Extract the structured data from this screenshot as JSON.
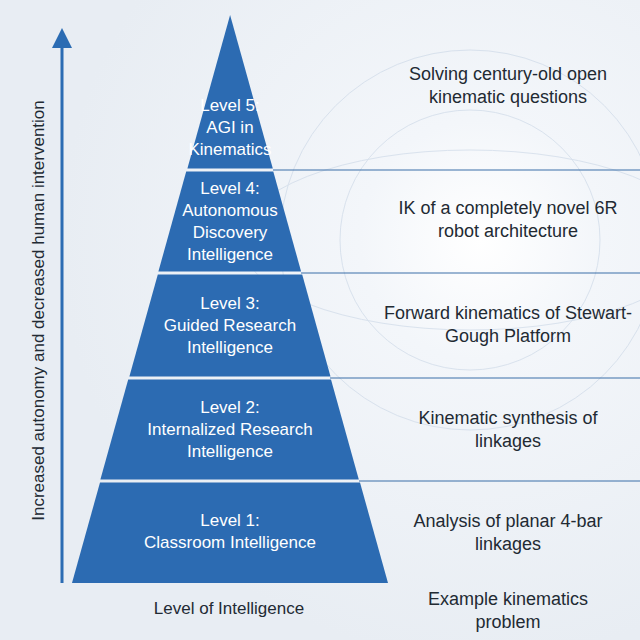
{
  "diagram": {
    "nodes": [
      {
        "text": [
          "Level 5:",
          "AGI in Kinematics"
        ]
      },
      {
        "text": [
          "Level 4:",
          "Autonomous Discovery Intelligence"
        ]
      },
      {
        "text": [
          "Level 3:",
          "Guided Research Intelligence"
        ]
      },
      {
        "text": [
          "Level 2:",
          "Internalized Research Intelligence"
        ]
      },
      {
        "text": [
          "Level 1:",
          "Classroom Intelligence"
        ]
      }
    ],
    "edges": [],
    "labels": [
      "Increased autonomy and decreased human intervention",
      "Solving century-old open kinematic questions",
      "IK of a completely novel 6R robot architecture",
      "Forward kinematics of Stewart-Gough Platform",
      "Kinematic synthesis of linkages",
      "Analysis of planar 4-bar linkages",
      "Level of Intelligence",
      "Example kinematics problem"
    ]
  }
}
